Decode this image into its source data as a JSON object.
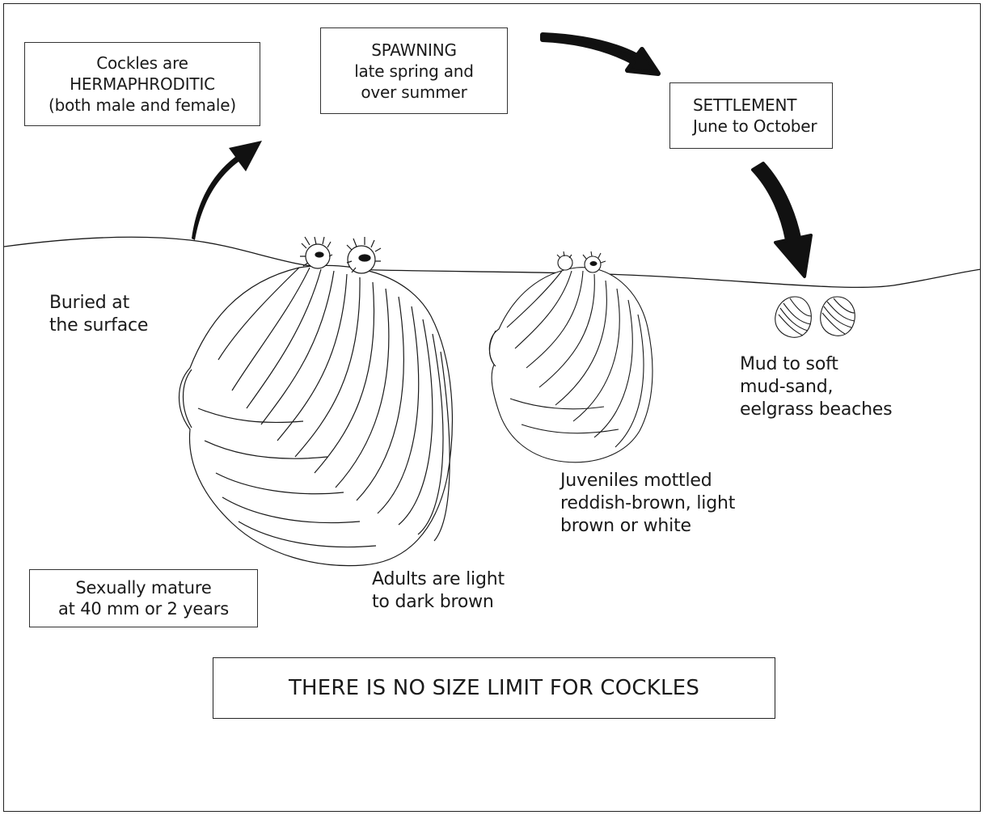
{
  "hermaphrodite_box": {
    "lines": [
      "Cockles are",
      "HERMAPHRODITIC",
      "(both male and female)"
    ]
  },
  "spawning_box": {
    "lines": [
      "SPAWNING",
      "late spring and",
      "over summer"
    ]
  },
  "settlement_box": {
    "lines": [
      "SETTLEMENT",
      "June to October"
    ]
  },
  "buried_label": {
    "lines": [
      "Buried at",
      "the surface"
    ]
  },
  "habitat_label": {
    "lines": [
      "Mud to soft",
      "mud-sand,",
      "eelgrass beaches"
    ]
  },
  "juveniles_label": {
    "lines": [
      "Juveniles mottled",
      "reddish-brown, light",
      "brown or white"
    ]
  },
  "adults_label": {
    "lines": [
      "Adults are light",
      "to dark brown"
    ]
  },
  "maturity_box": {
    "lines": [
      "Sexually mature",
      "at 40 mm or 2 years"
    ]
  },
  "footer": {
    "text": "THERE IS NO SIZE LIMIT FOR COCKLES"
  },
  "colors": {
    "ink": "#1a1a1a",
    "paper": "#ffffff"
  },
  "icons": [
    "life-cycle-arrow-icon",
    "adult-cockle-icon",
    "juvenile-cockle-icon",
    "settled-cockle-icon"
  ]
}
